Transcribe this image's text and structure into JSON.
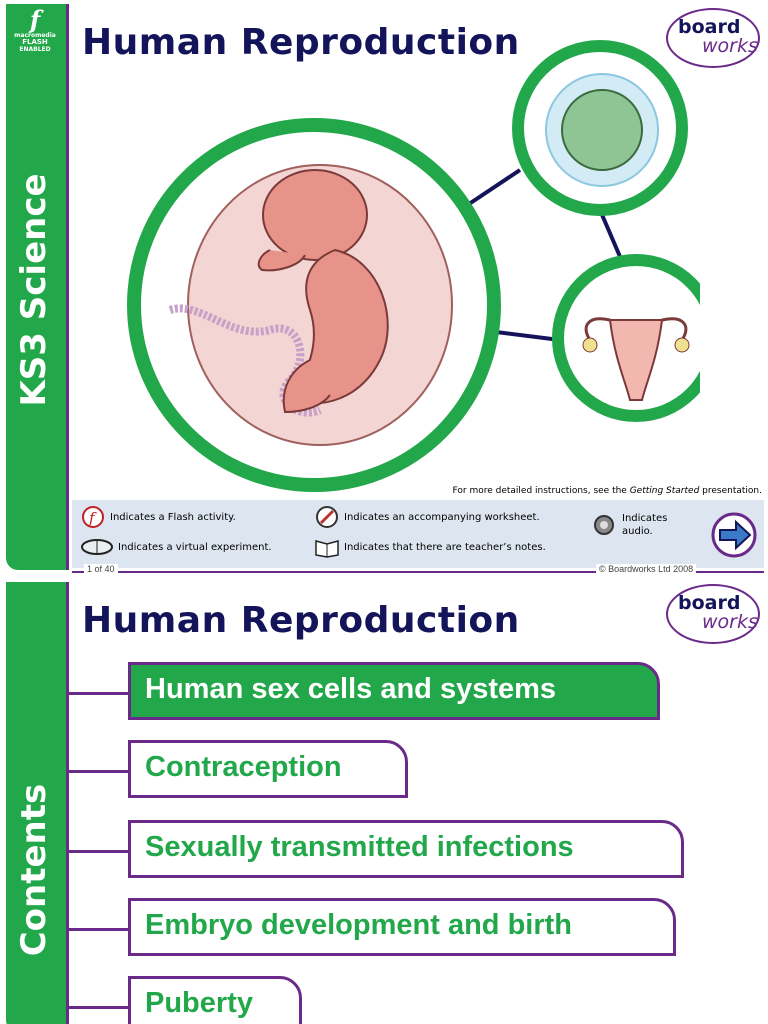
{
  "slide1": {
    "sidebar_text": "KS3 Science",
    "flash_logo_lines": [
      "macromedia",
      "FLASH",
      "ENABLED"
    ],
    "title": "Human Reproduction",
    "logo": {
      "line1": "board",
      "line2": "works"
    },
    "instructions_prefix": "For more detailed instructions, see the ",
    "instructions_em": "Getting Started",
    "instructions_suffix": " presentation.",
    "legend": {
      "flash": "Indicates a Flash activity.",
      "worksheet": "Indicates an accompanying worksheet.",
      "audio_line1": "Indicates",
      "audio_line2": "audio.",
      "virtual": "Indicates a virtual experiment.",
      "notes": "Indicates that there are teacher’s notes."
    },
    "footer": {
      "page": "1 of 40",
      "copyright": "© Boardworks Ltd 2008"
    }
  },
  "slide2": {
    "sidebar_text": "Contents",
    "title": "Human Reproduction",
    "logo": {
      "line1": "board",
      "line2": "works"
    },
    "menu": [
      {
        "label": "Human sex cells and systems",
        "active": true
      },
      {
        "label": "Contraception",
        "active": false
      },
      {
        "label": "Sexually transmitted infections",
        "active": false
      },
      {
        "label": "Embryo development and birth",
        "active": false
      },
      {
        "label": "Puberty",
        "active": false
      }
    ]
  },
  "colors": {
    "green": "#22a84a",
    "purple": "#6a2a8a",
    "navy": "#14145a",
    "legend_bg": "#dde6f0"
  }
}
